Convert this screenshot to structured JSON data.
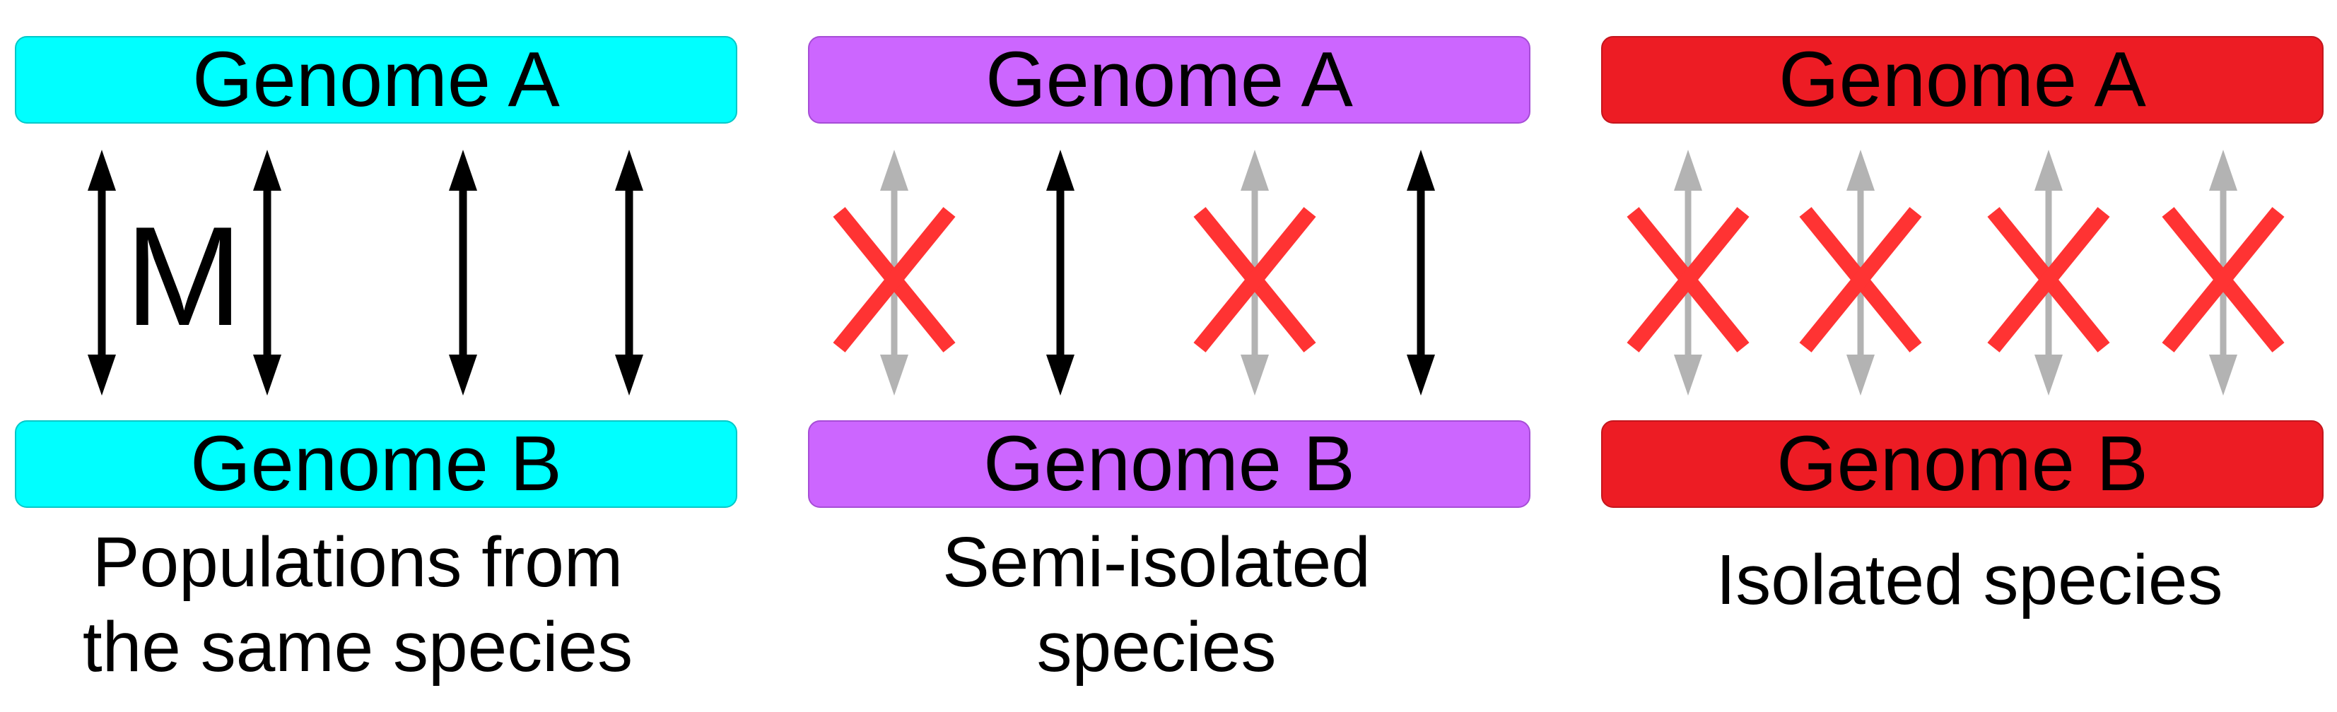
{
  "panels": [
    {
      "genome_top": "Genome A",
      "genome_bottom": "Genome B",
      "color": "#00ffff",
      "border": "#00c8c8",
      "caption_lines": [
        "Populations from",
        "the same species"
      ],
      "marker": "M",
      "arrows": [
        "gene-flow",
        "gene-flow",
        "gene-flow",
        "gene-flow"
      ]
    },
    {
      "genome_top": "Genome A",
      "genome_bottom": "Genome B",
      "color": "#cc66ff",
      "border": "#a64dd6",
      "caption_lines": [
        "Semi-isolated",
        "species"
      ],
      "arrows": [
        "blocked",
        "gene-flow",
        "blocked",
        "gene-flow"
      ]
    },
    {
      "genome_top": "Genome A",
      "genome_bottom": "Genome B",
      "color": "#ed1c24",
      "border": "#c4161d",
      "caption_lines": [
        "Isolated species"
      ],
      "arrows": [
        "blocked",
        "blocked",
        "blocked",
        "blocked"
      ]
    }
  ],
  "colors": {
    "gene_flow_arrow": "#000000",
    "blocked_arrow": "#b3b3b3",
    "cross": "#ff3333"
  }
}
